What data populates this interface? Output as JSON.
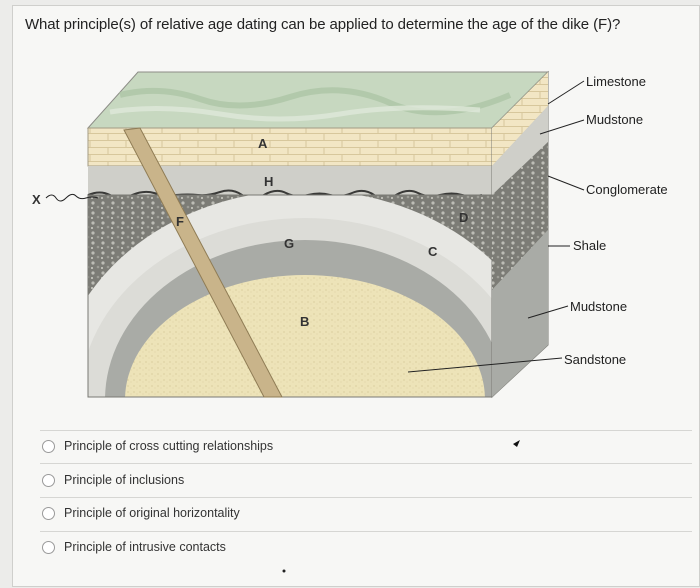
{
  "question": "What principle(s) of relative age dating can be applied to determine the age of the dike (F)?",
  "diagram": {
    "right_labels": [
      "Limestone",
      "Mudstone",
      "Conglomerate",
      "Shale",
      "Mudstone",
      "Sandstone"
    ],
    "letters": {
      "A": "A",
      "H": "H",
      "F": "F",
      "G": "G",
      "B": "B",
      "C": "C",
      "D": "D",
      "X": "X"
    }
  },
  "options": [
    "Principle of cross cutting relationships",
    "Principle of inclusions",
    "Principle of original horizontality",
    "Principle of intrusive contacts"
  ],
  "colors": {
    "limestone": "#f2e6c4",
    "conglomerate": "#7c7c76",
    "shale": "#e7e7e3",
    "mudstone": "#a9aba6",
    "sandstone": "#ede3b8",
    "dike": "#c9b48a",
    "surface": "#c7d8c0"
  }
}
